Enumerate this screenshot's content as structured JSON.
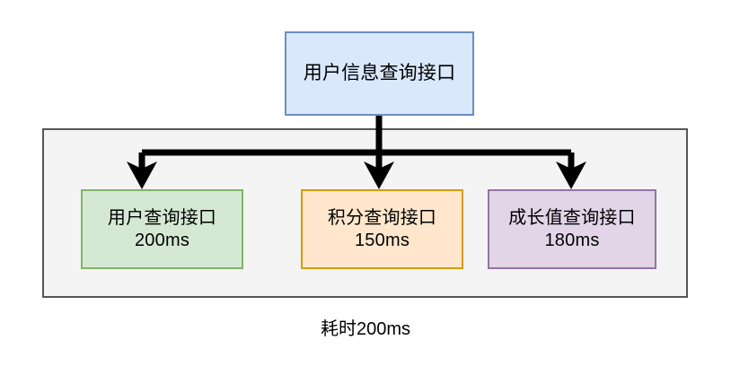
{
  "diagram": {
    "type": "fan-out-flowchart",
    "caption": "耗时200ms",
    "parent": {
      "label": "用户信息查询接口",
      "fill": "#dae8fc",
      "stroke": "#6c8ebf"
    },
    "group": {
      "fill": "#f4f4f4",
      "stroke": "#565656"
    },
    "children": [
      {
        "label": "用户查询接口",
        "latency": "200ms",
        "fill": "#d5e8d4",
        "stroke": "#82b366"
      },
      {
        "label": "积分查询接口",
        "latency": "150ms",
        "fill": "#ffe6cc",
        "stroke": "#d79b00"
      },
      {
        "label": "成长值查询接口",
        "latency": "180ms",
        "fill": "#e1d5e7",
        "stroke": "#9673a6"
      }
    ],
    "connector": {
      "color": "#000000",
      "style": "orthogonal-fork-arrow"
    }
  }
}
